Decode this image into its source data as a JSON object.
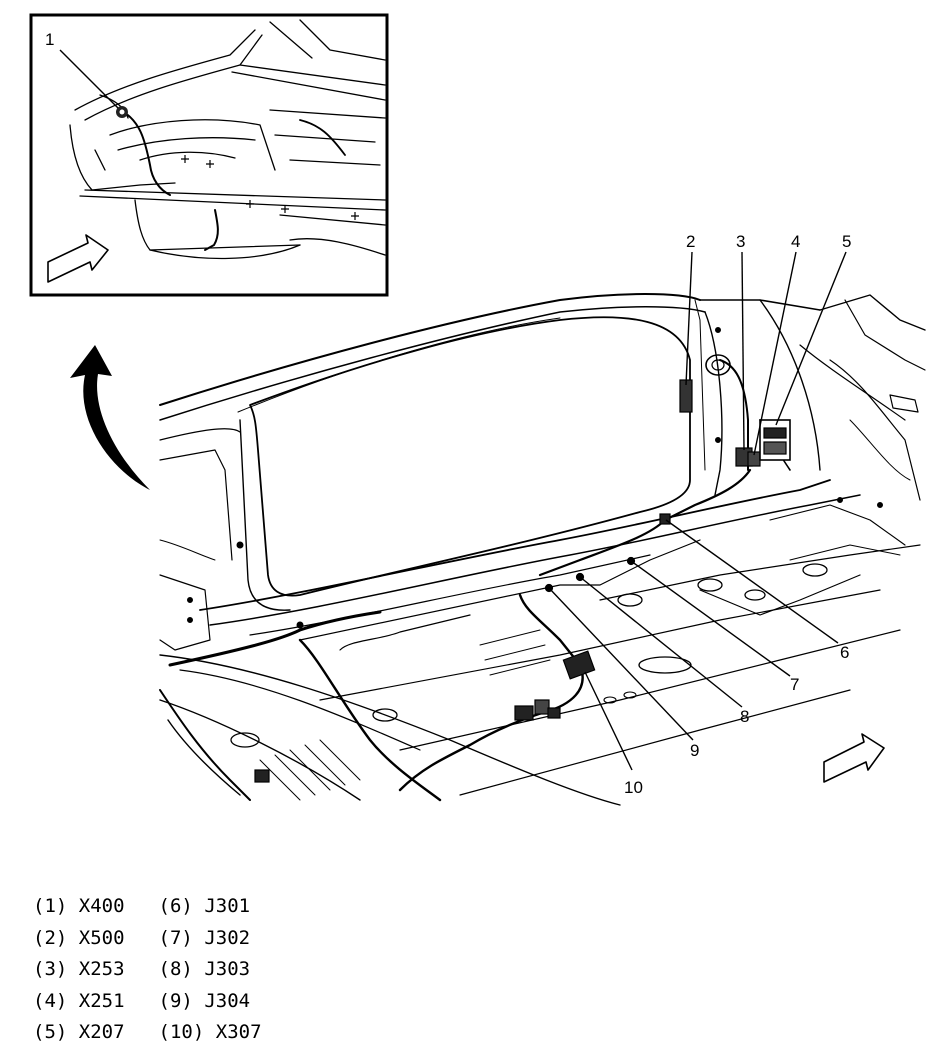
{
  "callouts": [
    "1",
    "2",
    "3",
    "4",
    "5",
    "6",
    "7",
    "8",
    "9",
    "10"
  ],
  "legend": {
    "left": [
      {
        "num": "(1)",
        "code": "X400"
      },
      {
        "num": "(2)",
        "code": "X500"
      },
      {
        "num": "(3)",
        "code": "X253"
      },
      {
        "num": "(4)",
        "code": "X251"
      },
      {
        "num": "(5)",
        "code": "X207"
      }
    ],
    "right": [
      {
        "num": "(6)",
        "code": "J301"
      },
      {
        "num": "(7)",
        "code": "J302"
      },
      {
        "num": "(8)",
        "code": "J303"
      },
      {
        "num": "(9)",
        "code": "J304"
      },
      {
        "num": "(10)",
        "code": "X307"
      }
    ]
  }
}
